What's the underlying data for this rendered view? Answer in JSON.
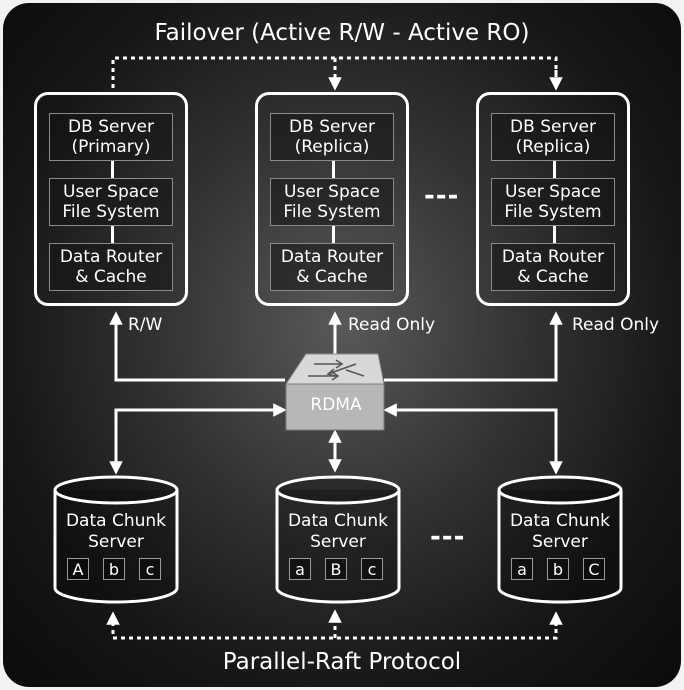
{
  "diagram": {
    "top_title": "Failover (Active R/W - Active RO)",
    "bottom_title": "Parallel-Raft Protocol",
    "servers": [
      {
        "name": "DB Server\n(Primary)",
        "fs": "User Space\nFile System",
        "router": "Data Router\n& Cache",
        "access_label": "R/W"
      },
      {
        "name": "DB Server\n(Replica)",
        "fs": "User Space\nFile System",
        "router": "Data Router\n& Cache",
        "access_label": "Read Only"
      },
      {
        "name": "DB Server\n(Replica)",
        "fs": "User Space\nFile System",
        "router": "Data Router\n& Cache",
        "access_label": "Read Only"
      }
    ],
    "server_ellipsis": "---",
    "switch_label": "RDMA",
    "chunk_servers": [
      {
        "label": "Data Chunk\nServer",
        "chunks": [
          "A",
          "b",
          "c"
        ]
      },
      {
        "label": "Data Chunk\nServer",
        "chunks": [
          "a",
          "B",
          "c"
        ]
      },
      {
        "label": "Data Chunk\nServer",
        "chunks": [
          "a",
          "b",
          "C"
        ]
      }
    ],
    "chunk_ellipsis": "---"
  }
}
